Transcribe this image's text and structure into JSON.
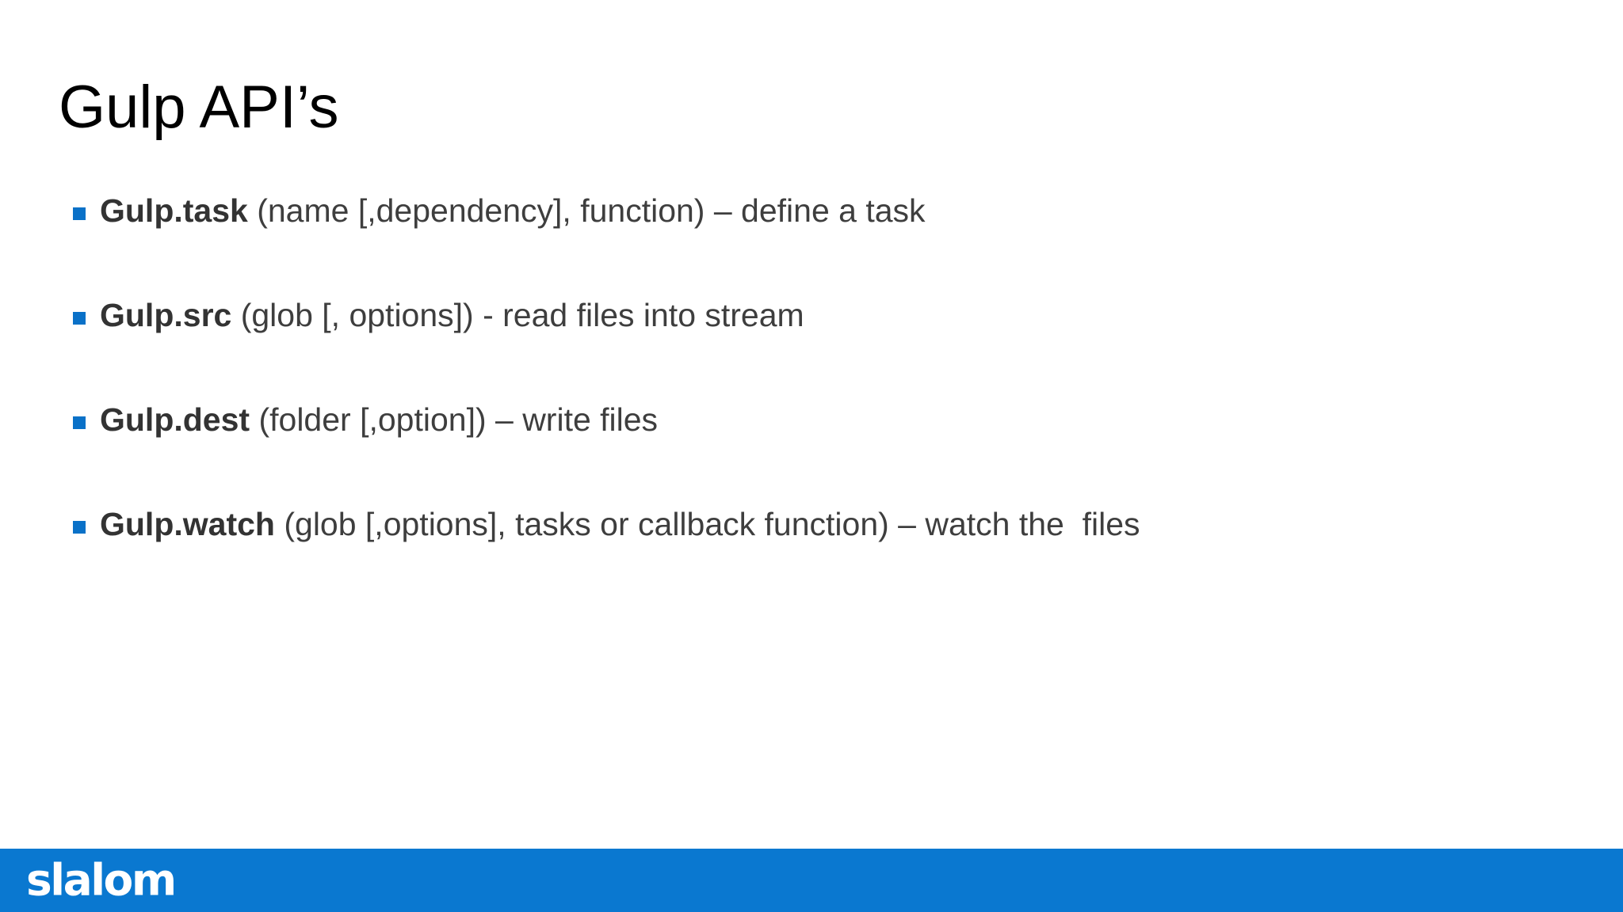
{
  "slide": {
    "title": "Gulp API’s",
    "background_color": "#ffffff",
    "accent_color": "#0A71C8",
    "title_color": "#000000",
    "body_text_color": "#3E3E3E"
  },
  "bullets": [
    {
      "marker": "square-bullet",
      "api": "Gulp.task",
      "rest": " (name [,dependency], function) – define a task",
      "full": "Gulp.task (name [,dependency], function) – define a task"
    },
    {
      "marker": "square-bullet",
      "api": "Gulp.src",
      "rest": " (glob [, options]) - read files into stream",
      "full": "Gulp.src (glob [, options]) - read files into stream"
    },
    {
      "marker": "square-bullet",
      "api": "Gulp.dest",
      "rest": " (folder [,option]) – write files",
      "full": "Gulp.dest (folder [,option]) – write files"
    },
    {
      "marker": "square-bullet",
      "api": "Gulp.watch",
      "rest": " (glob [,options], tasks or callback function) – watch the  files",
      "full": "Gulp.watch (glob [,options], tasks or callback function) – watch the  files"
    }
  ],
  "footer": {
    "logo_text": "slalom",
    "bar_color": "#0A78D0",
    "logo_color": "#ffffff"
  }
}
